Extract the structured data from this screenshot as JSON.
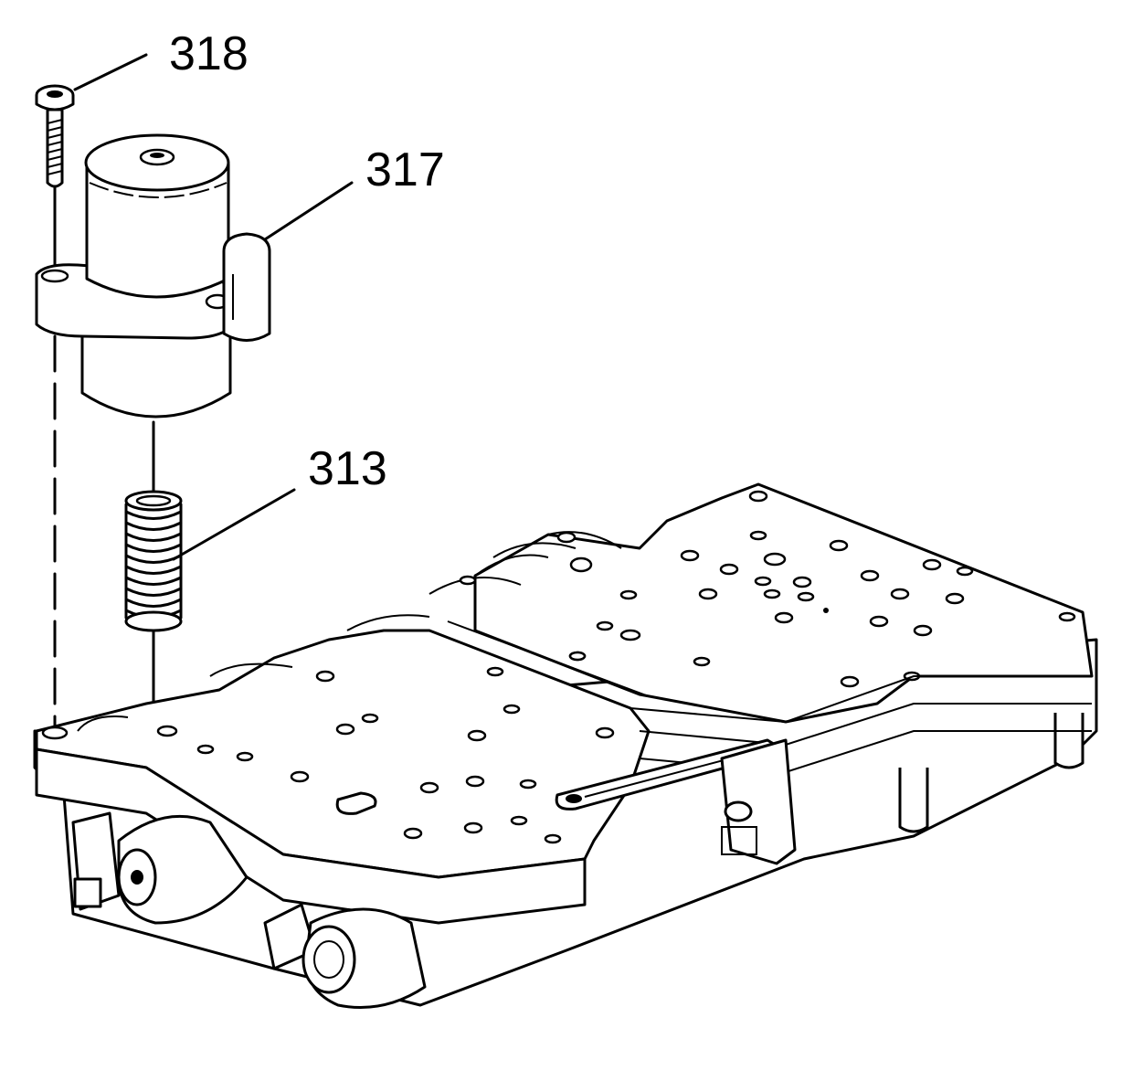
{
  "callouts": [
    {
      "id": "318",
      "label": "318",
      "part": "bolt"
    },
    {
      "id": "317",
      "label": "317",
      "part": "solenoid"
    },
    {
      "id": "313",
      "label": "313",
      "part": "spring"
    }
  ],
  "colors": {
    "line": "#000000",
    "background": "#ffffff"
  }
}
